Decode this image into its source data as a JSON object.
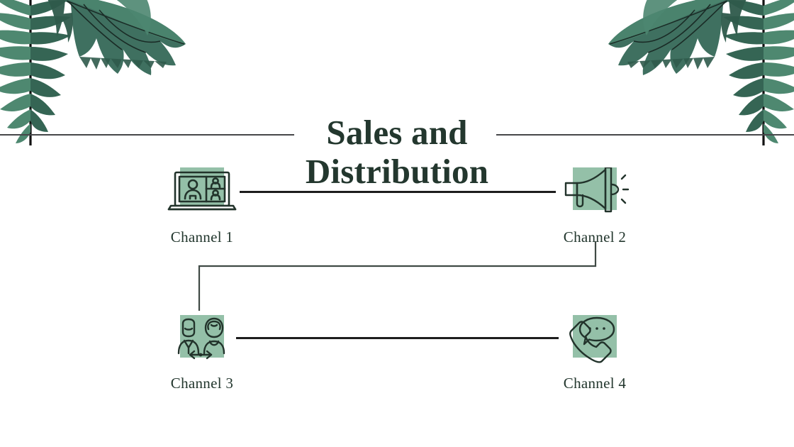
{
  "slide": {
    "title_line1": "Sales and",
    "title_line2": "Distribution",
    "background_color": "#ffffff",
    "accent_green": "#94c0a8",
    "text_color": "#23372e",
    "rule_color": "#46474a",
    "connector_color": "#1d1d1d"
  },
  "decorations": {
    "top_left": "palm-leaves",
    "top_right": "palm-leaves",
    "leaf_colors": [
      "#3c6b58",
      "#4f8069",
      "#2d5546",
      "#6a9b84",
      "#1b1b1b"
    ]
  },
  "nodes": [
    {
      "id": "channel-1",
      "label": "Channel 1",
      "icon": "video-conference-icon"
    },
    {
      "id": "channel-2",
      "label": "Channel 2",
      "icon": "megaphone-icon"
    },
    {
      "id": "channel-3",
      "label": "Channel 3",
      "icon": "two-people-exchange-icon"
    },
    {
      "id": "channel-4",
      "label": "Channel 4",
      "icon": "phone-chat-icon"
    }
  ],
  "connectors": [
    {
      "id": "c1-to-c2",
      "type": "horizontal"
    },
    {
      "id": "c2-to-c3",
      "type": "elbow"
    },
    {
      "id": "c3-to-c4",
      "type": "horizontal"
    }
  ]
}
